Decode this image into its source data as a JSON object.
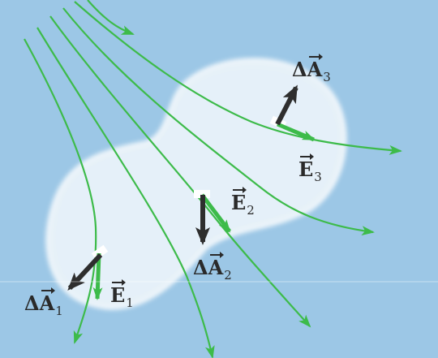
{
  "colors": {
    "background": "#9cc7e6",
    "surface_fill": "#e6f1fa",
    "field_lines": "#3dbb4a",
    "area_vectors": "#2e2e2e",
    "field_vectors": "#3dbb4a"
  },
  "labels": {
    "dA3": {
      "prefix": "Δ",
      "symbol": "A",
      "sub": "3"
    },
    "E3": {
      "prefix": "",
      "symbol": "E",
      "sub": "3"
    },
    "E2": {
      "prefix": "",
      "symbol": "E",
      "sub": "2"
    },
    "dA2": {
      "prefix": "Δ",
      "symbol": "A",
      "sub": "2"
    },
    "dA1": {
      "prefix": "Δ",
      "symbol": "A",
      "sub": "1"
    },
    "E1": {
      "prefix": "",
      "symbol": "E",
      "sub": "1"
    }
  }
}
